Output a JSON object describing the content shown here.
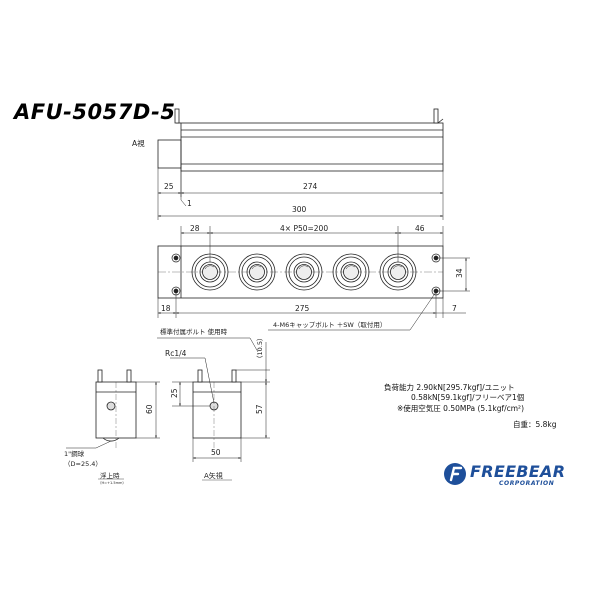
{
  "title": "AFU-5057D-5",
  "top_view": {
    "view_marker": "A視",
    "dim_25": "25",
    "dim_274": "274",
    "dim_300": "300",
    "dim_1": "1"
  },
  "front_view": {
    "dim_28": "28",
    "dim_pitch": "4× P50=200",
    "dim_46": "46",
    "dim_34": "34",
    "dim_18": "18",
    "dim_275": "275",
    "dim_7": "7",
    "bolt_note": "4-M6キャップボルト ＋SW（取付用）"
  },
  "side_views": {
    "bolt_note": "標準付属ボルト 使用時",
    "dim_10_5": "（10.5）",
    "port_label": "Rc1/4",
    "dim_25": "25",
    "dim_60": "60",
    "dim_57": "57",
    "ball_label": "1\"鋼球",
    "ball_dia": "（D=25.4）",
    "float_label": "浮上時",
    "float_sub": "（H=+1.5mm）",
    "dim_50": "50",
    "view_label": "A矢視"
  },
  "specs": {
    "line1": "負荷能力 2.90kN[295.7kgf]/ユニット",
    "line2": "0.58kN[59.1kgf]/フリーベア1個",
    "line3": "※使用空気圧 0.50MPa (5.1kgf/cm²)",
    "weight": "自重：5.8kg"
  },
  "logo": {
    "brand": "FREEBEAR",
    "sub": "CORPORATION",
    "color": "#1e4f9a"
  }
}
